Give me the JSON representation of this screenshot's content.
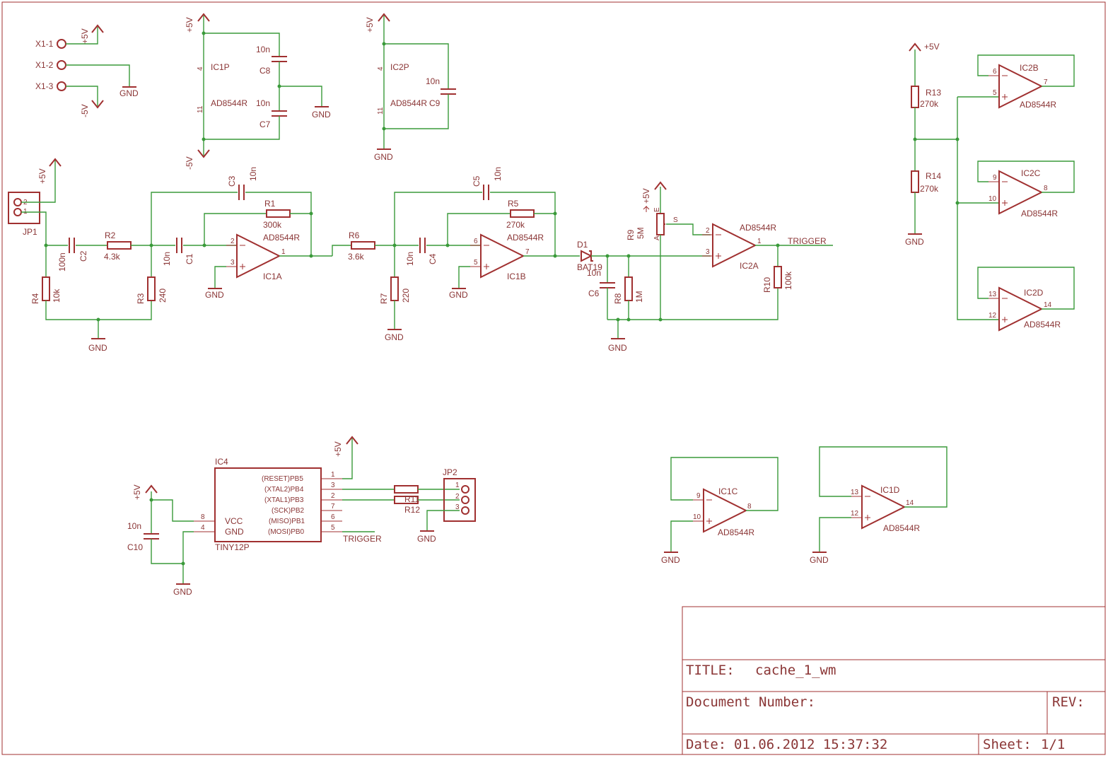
{
  "connector_x1": {
    "pins": [
      "X1-1",
      "X1-2",
      "X1-3"
    ]
  },
  "supply": {
    "pos": "+5V",
    "neg": "-5V",
    "gnd": "GND"
  },
  "ic1p": {
    "name": "IC1P",
    "part": "AD8544R",
    "pin4": "4",
    "pin11": "11",
    "c8": "C8",
    "c8v": "10n",
    "c7": "C7",
    "c7v": "10n"
  },
  "ic2p": {
    "name": "IC2P",
    "part": "AD8544R",
    "pin4": "4",
    "pin11": "11",
    "c9": "C9",
    "c9v": "10n"
  },
  "jp1": {
    "name": "JP1",
    "p1": "1",
    "p2": "2"
  },
  "stage1": {
    "c2": "C2",
    "c2v": "100n",
    "r2": "R2",
    "r2v": "4.3k",
    "c1": "C1",
    "c1v": "10n",
    "c3": "C3",
    "c3v": "10n",
    "r1": "R1",
    "r1v": "300k",
    "r4": "R4",
    "r4v": "10k",
    "r3": "R3",
    "r3v": "240",
    "ic": "IC1A",
    "part": "AD8544R",
    "pin1": "1",
    "pin2": "2",
    "pin3": "3"
  },
  "stage2": {
    "r6": "R6",
    "r6v": "3.6k",
    "c4": "C4",
    "c4v": "10n",
    "c5": "C5",
    "c5v": "10n",
    "r5": "R5",
    "r5v": "270k",
    "r7": "R7",
    "r7v": "220",
    "ic": "IC1B",
    "part": "AD8544R",
    "pin5": "5",
    "pin6": "6",
    "pin7": "7"
  },
  "stage3": {
    "d1": "D1",
    "d1v": "BAT19",
    "c6": "C6",
    "c6v": "10n",
    "r8": "R8",
    "r8v": "1M",
    "r9": "R9",
    "r9v": "5M",
    "pot_e": "E",
    "pot_a": "A",
    "pot_s": "S",
    "r10": "R10",
    "r10v": "100k",
    "ic": "IC2A",
    "part": "AD8544R",
    "pin1": "1",
    "pin2": "2",
    "pin3": "3",
    "net": "TRIGGER"
  },
  "ic2_right": {
    "r13": "R13",
    "r13v": "270k",
    "r14": "R14",
    "r14v": "270k",
    "b": {
      "name": "IC2B",
      "part": "AD8544R",
      "pins": [
        "6",
        "5",
        "7"
      ]
    },
    "c": {
      "name": "IC2C",
      "part": "AD8544R",
      "pins": [
        "9",
        "10",
        "8"
      ]
    },
    "d": {
      "name": "IC2D",
      "part": "AD8544R",
      "pins": [
        "13",
        "12",
        "14"
      ]
    }
  },
  "ic1_spare": {
    "c": {
      "name": "IC1C",
      "part": "AD8544R",
      "pins": [
        "9",
        "10",
        "8"
      ]
    },
    "d": {
      "name": "IC1D",
      "part": "AD8544R",
      "pins": [
        "13",
        "12",
        "14"
      ]
    }
  },
  "ic4": {
    "name": "IC4",
    "part": "TINY12P",
    "vcc": "VCC",
    "gnd": "GND",
    "pins_left": [
      "8",
      "4"
    ],
    "pins_right": [
      {
        "label": "(RESET)PB5",
        "num": "1"
      },
      {
        "label": "(XTAL2)PB4",
        "num": "3"
      },
      {
        "label": "(XTAL1)PB3",
        "num": "2"
      },
      {
        "label": "(SCK)PB2",
        "num": "7"
      },
      {
        "label": "(MISO)PB1",
        "num": "6"
      },
      {
        "label": "(MOSI)PB0",
        "num": "5"
      }
    ],
    "c10": "C10",
    "c10v": "10n",
    "r11": "R11",
    "r12": "R12",
    "net": "TRIGGER"
  },
  "jp2": {
    "name": "JP2",
    "pins": [
      "1",
      "2",
      "3"
    ]
  },
  "titleblock": {
    "title_label": "TITLE:",
    "title": "cache_1_wm",
    "docnum_label": "Document Number:",
    "rev_label": "REV:",
    "date_label": "Date:",
    "date": "01.06.2012 15:37:32",
    "sheet_label": "Sheet:",
    "sheet": "1/1"
  }
}
